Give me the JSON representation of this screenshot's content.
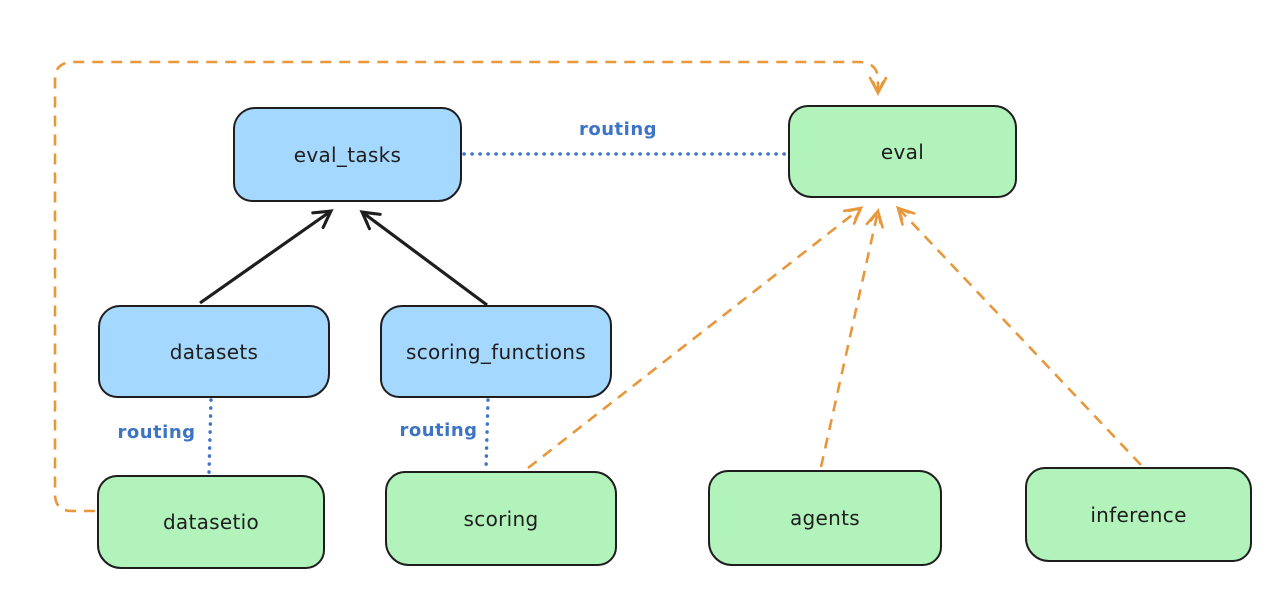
{
  "diagram_type": "architecture-routing-diagram",
  "colors": {
    "background": "#ffffff",
    "outline": "#1e1e1e",
    "blue_node_fill": "#a5d8ff",
    "green_node_fill": "#b2f2bb",
    "orange_connector": "#e8973b",
    "blue_connector": "#3d74c4"
  },
  "nodes": {
    "eval_tasks": {
      "label": "eval_tasks",
      "fill": "#a5d8ff"
    },
    "eval": {
      "label": "eval",
      "fill": "#b2f2bb"
    },
    "datasets": {
      "label": "datasets",
      "fill": "#a5d8ff"
    },
    "scoring_functions": {
      "label": "scoring_functions",
      "fill": "#a5d8ff"
    },
    "datasetio": {
      "label": "datasetio",
      "fill": "#b2f2bb"
    },
    "scoring": {
      "label": "scoring",
      "fill": "#b2f2bb"
    },
    "agents": {
      "label": "agents",
      "fill": "#b2f2bb"
    },
    "inference": {
      "label": "inference",
      "fill": "#b2f2bb"
    }
  },
  "edges": {
    "eval_tasks_to_eval": {
      "label": "routing",
      "style": "dotted-blue",
      "from": "eval_tasks",
      "to": "eval"
    },
    "datasets_to_datasetio": {
      "label": "routing",
      "style": "dotted-blue",
      "from": "datasets",
      "to": "datasetio"
    },
    "scoring_functions_to_scoring": {
      "label": "routing",
      "style": "dotted-blue",
      "from": "scoring_functions",
      "to": "scoring"
    },
    "datasets_to_eval_tasks": {
      "style": "solid-black-arrow",
      "from": "datasets",
      "to": "eval_tasks"
    },
    "scoring_functions_to_eval_tasks": {
      "style": "solid-black-arrow",
      "from": "scoring_functions",
      "to": "eval_tasks"
    },
    "scoring_to_eval": {
      "style": "dashed-orange-arrow",
      "from": "scoring",
      "to": "eval"
    },
    "agents_to_eval": {
      "style": "dashed-orange-arrow",
      "from": "agents",
      "to": "eval"
    },
    "inference_to_eval": {
      "style": "dashed-orange-arrow",
      "from": "inference",
      "to": "eval"
    },
    "datasetio_to_eval": {
      "style": "dashed-orange-arrow",
      "from": "datasetio",
      "to": "eval"
    }
  }
}
